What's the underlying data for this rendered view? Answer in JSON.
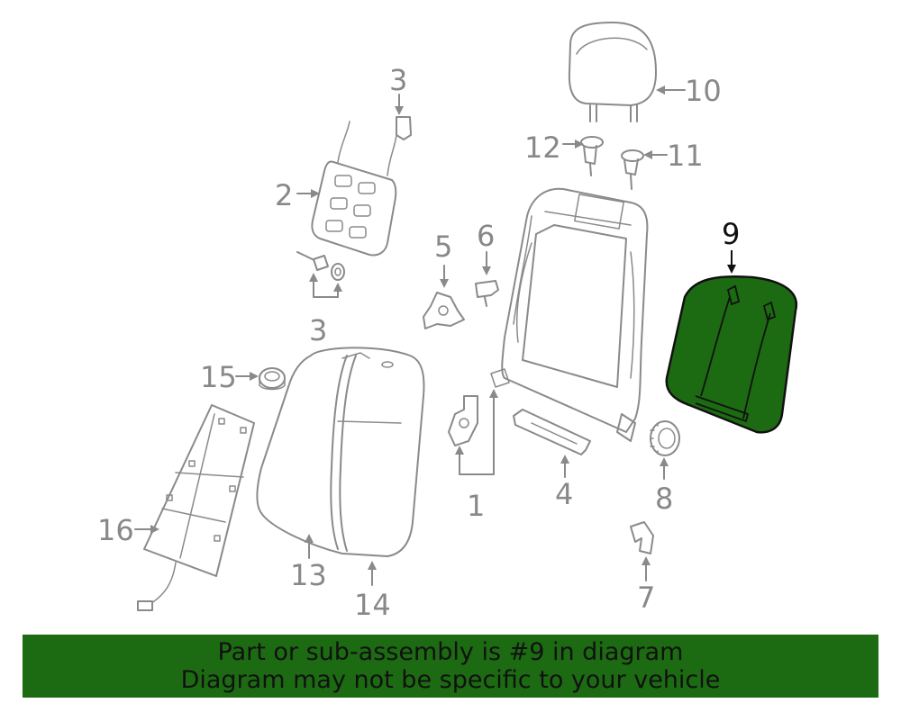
{
  "diagram": {
    "callouts": {
      "c1": "1",
      "c2": "2",
      "c3a": "3",
      "c3b": "3",
      "c4": "4",
      "c5": "5",
      "c6": "6",
      "c7": "7",
      "c8": "8",
      "c9": "9",
      "c10": "10",
      "c11": "11",
      "c12": "12",
      "c13": "13",
      "c14": "14",
      "c15": "15",
      "c16": "16"
    },
    "highlighted_part": "9",
    "highlight_color": "#1c6b12"
  },
  "banner": {
    "line1": "Part or sub-assembly is #9 in diagram",
    "line2": "Diagram may not be specific to your vehicle",
    "color": "#1c6b12"
  }
}
